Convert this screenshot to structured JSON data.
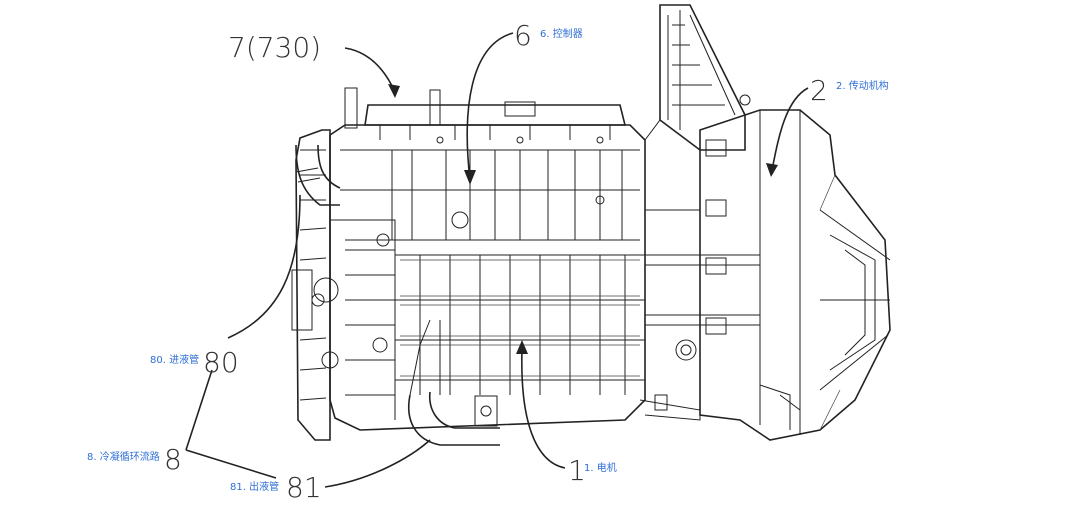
{
  "callouts": [
    {
      "id": "c7",
      "number": "7(730)",
      "label": ""
    },
    {
      "id": "c6",
      "number": "6",
      "label": "6. 控制器"
    },
    {
      "id": "c2",
      "number": "2",
      "label": "2. 传动机构"
    },
    {
      "id": "c80",
      "number": "80",
      "label": "80. 进液管"
    },
    {
      "id": "c8",
      "number": "8",
      "label": "8. 冷凝循环流路"
    },
    {
      "id": "c81",
      "number": "81",
      "label": "81. 出液管"
    },
    {
      "id": "c1",
      "number": "1",
      "label": "1. 电机"
    }
  ],
  "colors": {
    "line": "#222222",
    "label": "#2f6fd6"
  }
}
